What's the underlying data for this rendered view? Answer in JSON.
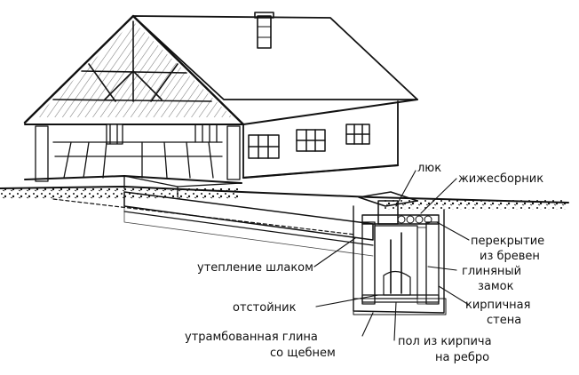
{
  "labels": {
    "hatch": "люк",
    "slurry_collector": "жижесборник",
    "log_ceiling_1": "перекрытие",
    "log_ceiling_2": "из бревен",
    "clay_lock_1": "глиняный",
    "clay_lock_2": "замок",
    "brick_wall_1": "кирпичная",
    "brick_wall_2": "стена",
    "slag_insulation": "утепление шлаком",
    "settling_tank": "отстойник",
    "rammed_clay_1": "утрамбованная глина",
    "rammed_clay_2": "со щебнем",
    "brick_floor_1": "пол из кирпича",
    "brick_floor_2": "на ребро"
  },
  "colors": {
    "ink": "#111111",
    "paper": "#ffffff"
  }
}
